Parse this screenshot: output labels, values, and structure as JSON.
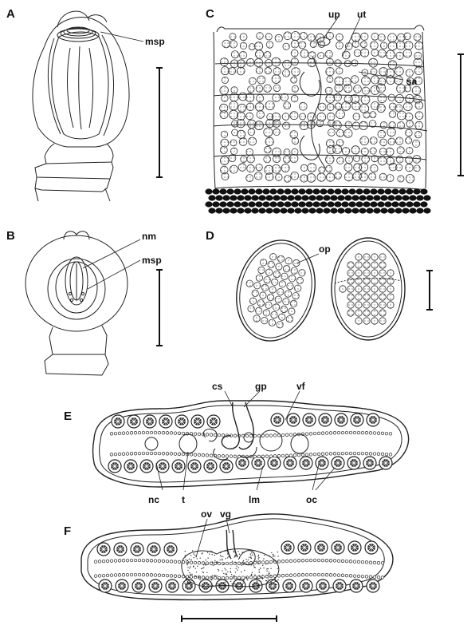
{
  "panels": {
    "A": {
      "letter": "A",
      "labels": {
        "msp": "msp"
      }
    },
    "B": {
      "letter": "B",
      "labels": {
        "nm": "nm",
        "msp": "msp"
      }
    },
    "C": {
      "letter": "C",
      "labels": {
        "up": "up",
        "ut": "ut",
        "sa": "sa"
      }
    },
    "D": {
      "letter": "D",
      "labels": {
        "op": "op"
      }
    },
    "E": {
      "letter": "E",
      "labels": {
        "cs": "cs",
        "gp": "gp",
        "vf": "vf",
        "nc": "nc",
        "t": "t",
        "lm": "lm",
        "oc": "oc"
      }
    },
    "F": {
      "letter": "F",
      "labels": {
        "ov": "ov",
        "vg": "vg"
      }
    }
  }
}
